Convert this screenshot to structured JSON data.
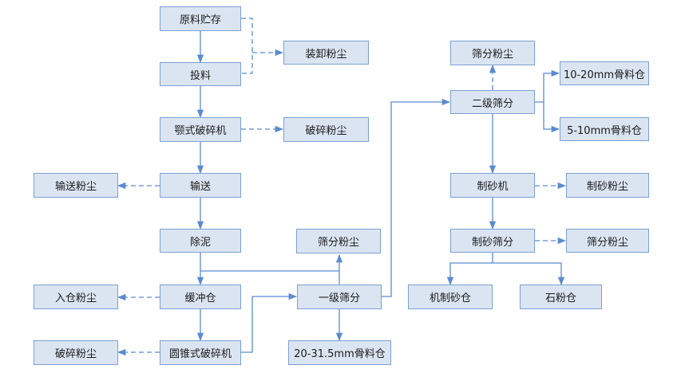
{
  "colors": {
    "box_fill": "#dbe5f1",
    "box_border": "#7aa0d3",
    "arrow": "#5b8bd0",
    "text": "#1a1a1a"
  },
  "nodes": {
    "raw_storage": "原料贮存",
    "loading_dust": "装卸粉尘",
    "feeding": "投料",
    "jaw_crusher": "颚式破碎机",
    "crush_dust_1": "破碎粉尘",
    "conveying_dust": "输送粉尘",
    "conveying": "输送",
    "mud_removal": "除泥",
    "screen_dust_1": "筛分粉尘",
    "silo_dust": "入仓粉尘",
    "buffer_bin": "缓冲仓",
    "primary_screen": "一级筛分",
    "crush_dust_2": "破碎粉尘",
    "cone_crusher": "圆锥式破碎机",
    "agg_20_31": "20-31.5mm骨料仓",
    "screen_dust_top": "筛分粉尘",
    "secondary_screen": "二级筛分",
    "agg_10_20": "10-20mm骨料仓",
    "agg_5_10": "5-10mm骨料仓",
    "sand_maker": "制砂机",
    "sand_dust": "制砂粉尘",
    "sand_screen": "制砂筛分",
    "screen_dust_2": "筛分粉尘",
    "machine_sand_bin": "机制砂仓",
    "stone_powder_bin": "石粉仓"
  }
}
